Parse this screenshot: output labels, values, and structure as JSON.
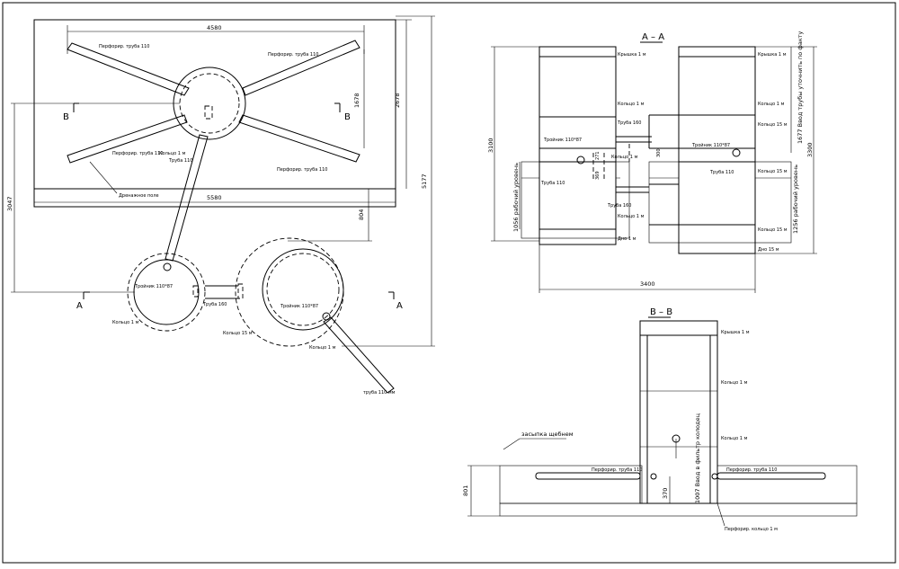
{
  "plan": {
    "dim_top": "4580",
    "dim_bottom": "5580",
    "dim_right_1": "2678",
    "dim_right_2": "5177",
    "dim_left": "3047",
    "dim_inner": "1678",
    "dim_804": "804",
    "section_b": "В",
    "section_a": "А",
    "perf_pipe": "Перфорир. труба 110",
    "well_1m": "Кольцо 1 м",
    "pipe_110": "Труба 110",
    "drain_field": "Дренажное поле",
    "tee": "Тройник 110*87",
    "well_1m_b": "Кольцо 1 м",
    "pipe_160": "Труба 160",
    "well_15m": "Кольцо 15 м",
    "pipe_110m": "труба 110 мм"
  },
  "section_aa": {
    "title": "А – А",
    "dim_3100": "3100",
    "dim_3300": "3300",
    "dim_3400": "3400",
    "dim_271": "271",
    "dim_369": "369",
    "dim_300": "300",
    "left_vertical": "1056 рабочий уровень",
    "right_vertical_1": "1677 Ввод трубы уточнить по факту",
    "right_vertical_2": "1256 рабочий уровень",
    "lbl_kryshka_l": "Крышка 1 м",
    "lbl_kolco_l1": "Кольцо 1 м",
    "lbl_truba160_l": "Труба 160",
    "lbl_tee_l": "Тройник 110*87",
    "lbl_kolco_l2": "Кольцо 1 м",
    "lbl_truba110_l": "Труба 110",
    "lbl_truba160_l2": "Труба 160",
    "lbl_kolco_l3": "Кольцо 1 м",
    "lbl_dno_l": "Дно 1 м",
    "lbl_kryshka_r": "Крышка 1 м",
    "lbl_kolco_r1": "Кольцо 1 м",
    "lbl_kolco_r2": "Кольцо 15 м",
    "lbl_tee_r": "Тройник 110*87",
    "lbl_truba110_r": "Труба 110",
    "lbl_kolco_r3": "Кольцо 15 м",
    "lbl_kolco_r4": "Кольцо 15 м",
    "lbl_dno_r": "Дно 15 м"
  },
  "section_bb": {
    "title": "В – В",
    "lbl_kryshka": "Крышка 1 м",
    "lbl_kolco1": "Кольцо 1 м",
    "lbl_kolco2": "Кольцо 1 м",
    "gravel": "засыпка щебнем",
    "perf_left": "Перфорир. труба 110",
    "perf_right": "Перфорир. труба 110",
    "dim_801": "801",
    "dim_370": "370",
    "vertical": "1007 Ввод в фильтр колодец",
    "perf_ring": "Перфорир. кольцо 1 м"
  }
}
